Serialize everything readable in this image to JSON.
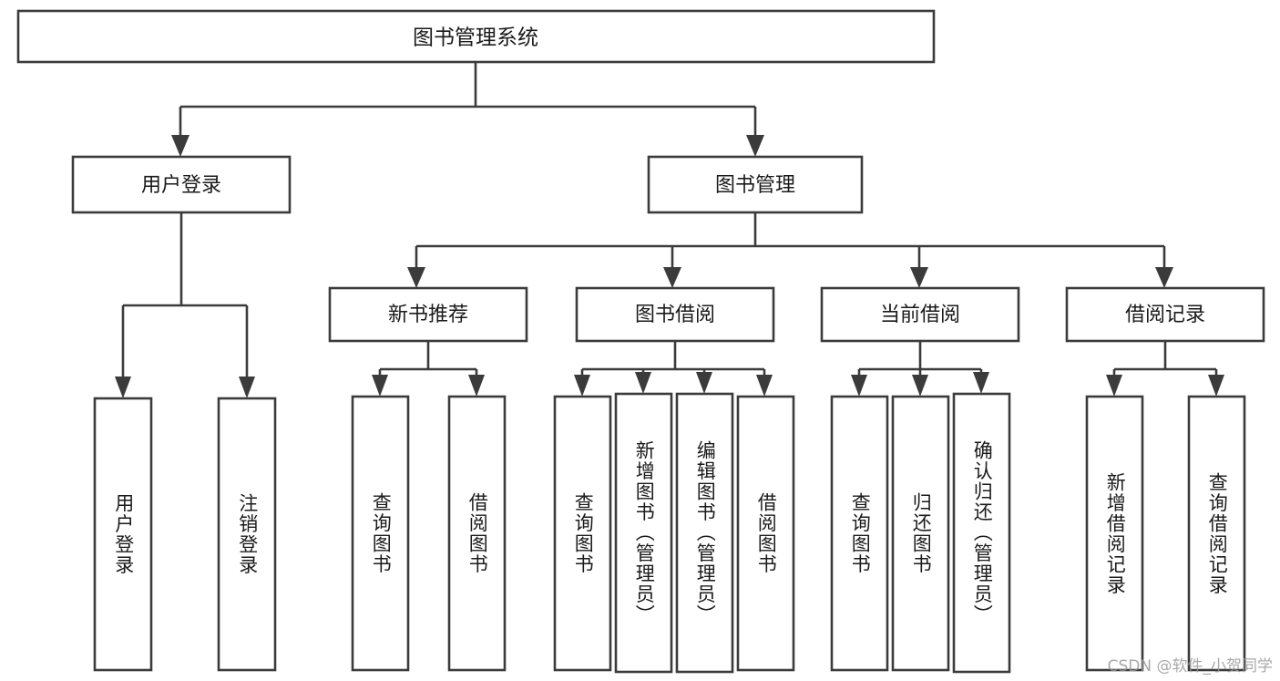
{
  "diagram": {
    "title": "图书管理系统",
    "type": "tree-hierarchy-diagram",
    "watermark": "CSDN @软件_小贺同学",
    "colors": {
      "stroke": "#3b3b3b",
      "fill": "#ffffff",
      "text": "#1a1a1a",
      "watermark": "#9a9a9a"
    },
    "root": {
      "label": "图书管理系统"
    },
    "level2": [
      {
        "id": "user-login",
        "label": "用户登录"
      },
      {
        "id": "book-manage",
        "label": "图书管理"
      }
    ],
    "level3": [
      {
        "id": "new-book-recommend",
        "label": "新书推荐"
      },
      {
        "id": "book-borrow",
        "label": "图书借阅"
      },
      {
        "id": "current-borrow",
        "label": "当前借阅"
      },
      {
        "id": "borrow-record",
        "label": "借阅记录"
      }
    ],
    "leaves": {
      "user_login": [
        {
          "id": "leaf-user-login",
          "label": "用户登录"
        },
        {
          "id": "leaf-logout",
          "label": "注销登录"
        }
      ],
      "new_book_recommend": [
        {
          "id": "leaf-query-book-1",
          "label": "查询图书"
        },
        {
          "id": "leaf-borrow-book-1",
          "label": "借阅图书"
        }
      ],
      "book_borrow": [
        {
          "id": "leaf-query-book-2",
          "label": "查询图书"
        },
        {
          "id": "leaf-add-book",
          "label": "新增图书（管理员）"
        },
        {
          "id": "leaf-edit-book",
          "label": "编辑图书（管理员）"
        },
        {
          "id": "leaf-borrow-book-2",
          "label": "借阅图书"
        }
      ],
      "current_borrow": [
        {
          "id": "leaf-query-book-3",
          "label": "查询图书"
        },
        {
          "id": "leaf-return-book",
          "label": "归还图书"
        },
        {
          "id": "leaf-confirm-return",
          "label": "确认归还（管理员）"
        }
      ],
      "borrow_record": [
        {
          "id": "leaf-add-record",
          "label": "新增借阅记录"
        },
        {
          "id": "leaf-query-record",
          "label": "查询借阅记录"
        }
      ]
    }
  }
}
